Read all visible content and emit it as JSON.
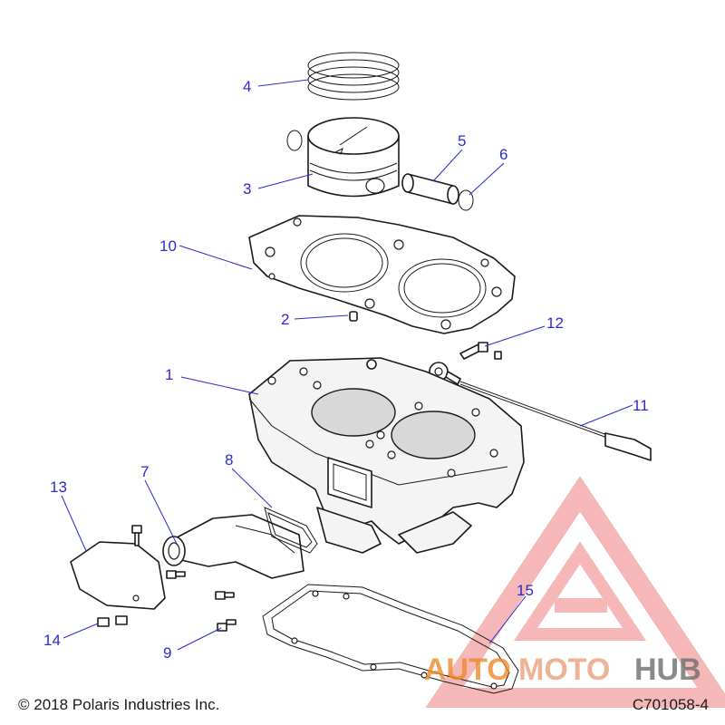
{
  "callouts": [
    {
      "id": "1",
      "label": "1"
    },
    {
      "id": "2",
      "label": "2"
    },
    {
      "id": "3",
      "label": "3"
    },
    {
      "id": "4",
      "label": "4"
    },
    {
      "id": "5",
      "label": "5"
    },
    {
      "id": "6",
      "label": "6"
    },
    {
      "id": "7",
      "label": "7"
    },
    {
      "id": "8",
      "label": "8"
    },
    {
      "id": "9",
      "label": "9"
    },
    {
      "id": "10",
      "label": "10"
    },
    {
      "id": "11",
      "label": "11"
    },
    {
      "id": "12",
      "label": "12"
    },
    {
      "id": "13",
      "label": "13"
    },
    {
      "id": "14",
      "label": "14"
    },
    {
      "id": "15",
      "label": "15"
    }
  ],
  "footer": {
    "copyright": "© 2018 Polaris Industries Inc.",
    "drawing_id": "C701058-4"
  },
  "watermark": {
    "part1": "AUTO",
    "part2": "MOTO",
    "part3": "HUB",
    "color_primary": "#f08a2a",
    "color_secondary": "#e9a17a",
    "color_dark": "#6e6e6e",
    "logo_color": "#f2a0a0"
  },
  "colors": {
    "callout": "#2a2ad0",
    "linework": "#1a1a1a"
  }
}
